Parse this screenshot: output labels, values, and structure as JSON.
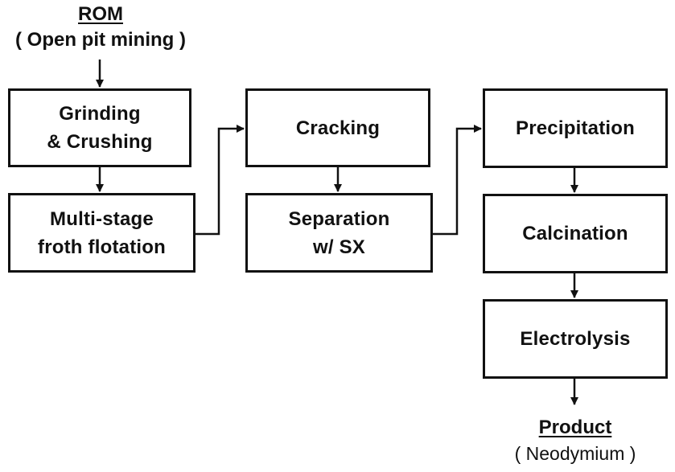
{
  "source": {
    "title": "ROM",
    "subtitle": "( Open pit mining )"
  },
  "steps": {
    "grinding": "Grinding\n& Crushing",
    "flotation": "Multi-stage\nfroth flotation",
    "cracking": "Cracking",
    "separation": "Separation\nw/ SX",
    "precipitation": "Precipitation",
    "calcination": "Calcination",
    "electrolysis": "Electrolysis"
  },
  "product": {
    "title": "Product",
    "subtitle": "( Neodymium )"
  }
}
